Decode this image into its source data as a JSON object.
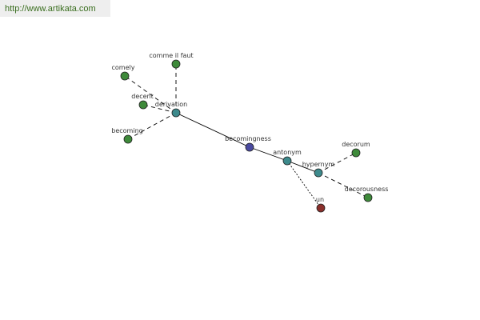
{
  "url_text": "http://www.artikata.com",
  "colors": {
    "root": "#4a4aa0",
    "relation": "#3d8a8c",
    "word": "#3e8a3a",
    "antonym": "#8a2f2b",
    "edge": "#000000"
  },
  "nodes": [
    {
      "id": "becomingness",
      "label": "becomingness",
      "kind": "root"
    },
    {
      "id": "derivation",
      "label": "derivation",
      "kind": "relation"
    },
    {
      "id": "antonym",
      "label": "antonym",
      "kind": "relation"
    },
    {
      "id": "hypernym",
      "label": "hypernym",
      "kind": "relation"
    },
    {
      "id": "comme_il_faut",
      "label": "comme il faut",
      "kind": "word"
    },
    {
      "id": "comely",
      "label": "comely",
      "kind": "word"
    },
    {
      "id": "decent",
      "label": "decent",
      "kind": "word"
    },
    {
      "id": "becoming",
      "label": "becoming",
      "kind": "word"
    },
    {
      "id": "decorum",
      "label": "decorum",
      "kind": "word"
    },
    {
      "id": "decorousness",
      "label": "decorousness",
      "kind": "word"
    },
    {
      "id": "un",
      "label": "un",
      "kind": "antonym"
    }
  ],
  "edges": [
    {
      "from": "becomingness",
      "to": "derivation",
      "style": "solid"
    },
    {
      "from": "becomingness",
      "to": "antonym",
      "style": "solid"
    },
    {
      "from": "antonym",
      "to": "hypernym",
      "style": "solid"
    },
    {
      "from": "derivation",
      "to": "comme_il_faut",
      "style": "dashed"
    },
    {
      "from": "derivation",
      "to": "comely",
      "style": "dashed"
    },
    {
      "from": "derivation",
      "to": "decent",
      "style": "dashed"
    },
    {
      "from": "derivation",
      "to": "becoming",
      "style": "dashed"
    },
    {
      "from": "hypernym",
      "to": "decorum",
      "style": "dashed"
    },
    {
      "from": "hypernym",
      "to": "decorousness",
      "style": "dashed"
    },
    {
      "from": "antonym",
      "to": "un",
      "style": "dotted"
    }
  ]
}
